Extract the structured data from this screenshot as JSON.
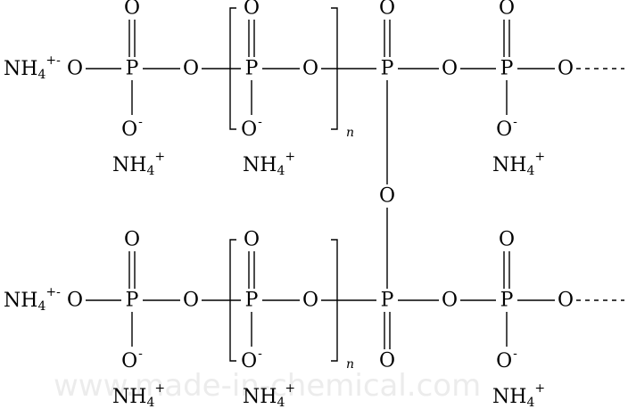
{
  "labels": {
    "phosphorus": "P",
    "oxygen": "O",
    "oxide_anion": "O",
    "anion_charge": "-",
    "ammonium_base": "NH",
    "ammonium_sub": "4",
    "ammonium_charge": "+",
    "terminal_charge": "+-",
    "repeat_label": "n"
  },
  "watermark": "www.made-in-chemical.com",
  "colors": {
    "ink": "#000000",
    "background": "#ffffff",
    "watermark": "#ececec"
  }
}
